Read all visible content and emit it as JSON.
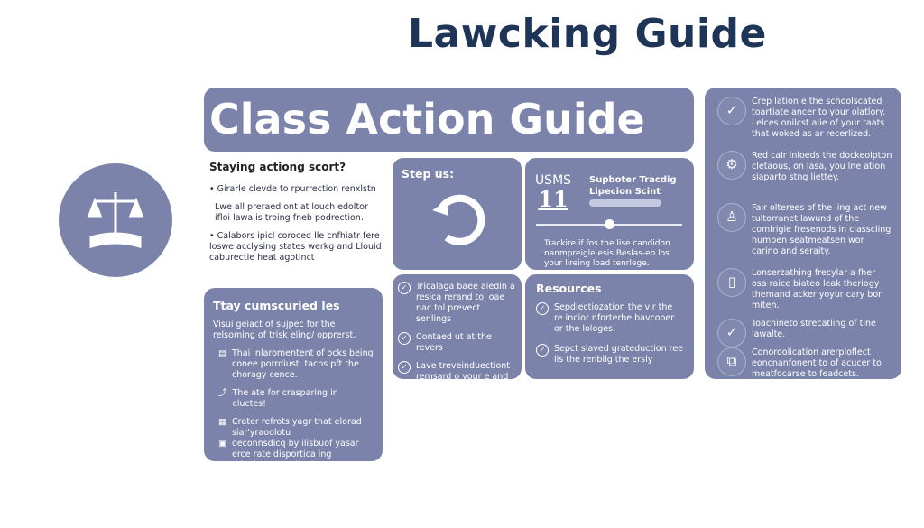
{
  "title": "Lawcking Guide",
  "banner": "Class Action Guide",
  "intro": {
    "heading": "Staying actiong scort?",
    "items": [
      "• Girarle clevde to rpurrection renxlstn",
      "Lwe all preraed ont at louch edoltor ifloi lawa is troing fneb podrection.",
      "• Calabors ipicl coroced lle cnfhiatr fere loswe acclysing states werkg and Llouid caburectie heat agotinct"
    ]
  },
  "left_card": {
    "heading": "Ttay cumscuried les",
    "text": "Visui geiact of sujpec for the relsoming of trisk eling/ opprerst.",
    "items": [
      {
        "icon": "document-icon",
        "text": "Thai inlaromentent of ocks being conee porrdiust. tacbs pft the choragy cence."
      },
      {
        "icon": "expand-icon",
        "text": "The ate for crasparing in cluctes!"
      },
      {
        "icon": "calendar-icon",
        "text": "Crater refrots yagr that elorad siar'yraoolotu"
      },
      {
        "icon": "file-icon",
        "text": "oeconnsdicq by ilisbuof yasar erce rate disportica ing thieplater aytolmeiont."
      }
    ]
  },
  "steps": {
    "heading": "Step us:"
  },
  "tracker": {
    "code": "USMS",
    "number": "11",
    "title": "Supboter Tracdig Lipecion Scint",
    "progress": 0.5,
    "text": "Trackire if fos the lise candidon nanmpreigle esis Beslas-eo los your lireing load tenrlege."
  },
  "checklist": {
    "items": [
      "Tricalaga baee aiedin a resica rerand tol oae nac tol prevect senlings",
      "Contaed ut at the revers",
      "Lave treveinduectiont remsard o your e and reactions"
    ]
  },
  "resources": {
    "heading": "Resources",
    "items": [
      "Sepdiectiozation the vlr the re incior nforterhe bavcooer or the lologes.",
      "Sepct slaved grateduction ree lis the renbllg the ersly"
    ]
  },
  "right": {
    "items": [
      {
        "icon": "check-icon",
        "text": "Crep lation e the schoolscated toartiate ancer to your olatlory. Lelces onilcst alie of your taats that woked as ar recerlized."
      },
      {
        "icon": "gear-icon",
        "text": "Red calr inloeds the dockeolpton cletaous, on lasa, you lne ation siaparto stng liettey."
      },
      {
        "icon": "stamp-icon",
        "text": "Fair olterees of the ling act new tultorranet lawund of the comlrigie fresenods in classcling humpen seatmeatsen wor carino and seraity."
      },
      {
        "icon": "document-icon",
        "text": "Lonserzathing frecylar a fher osa raice biateo leak theriogy themand acker yoyur cary bor miten."
      },
      {
        "icon": "check-icon",
        "text": "Toacnineto strecatling of tine lawalte."
      },
      {
        "icon": "files-icon",
        "text": "Conoroolication arerploflect eoncnanfonent to of acucer to meatfocarse to feadcets."
      }
    ]
  }
}
